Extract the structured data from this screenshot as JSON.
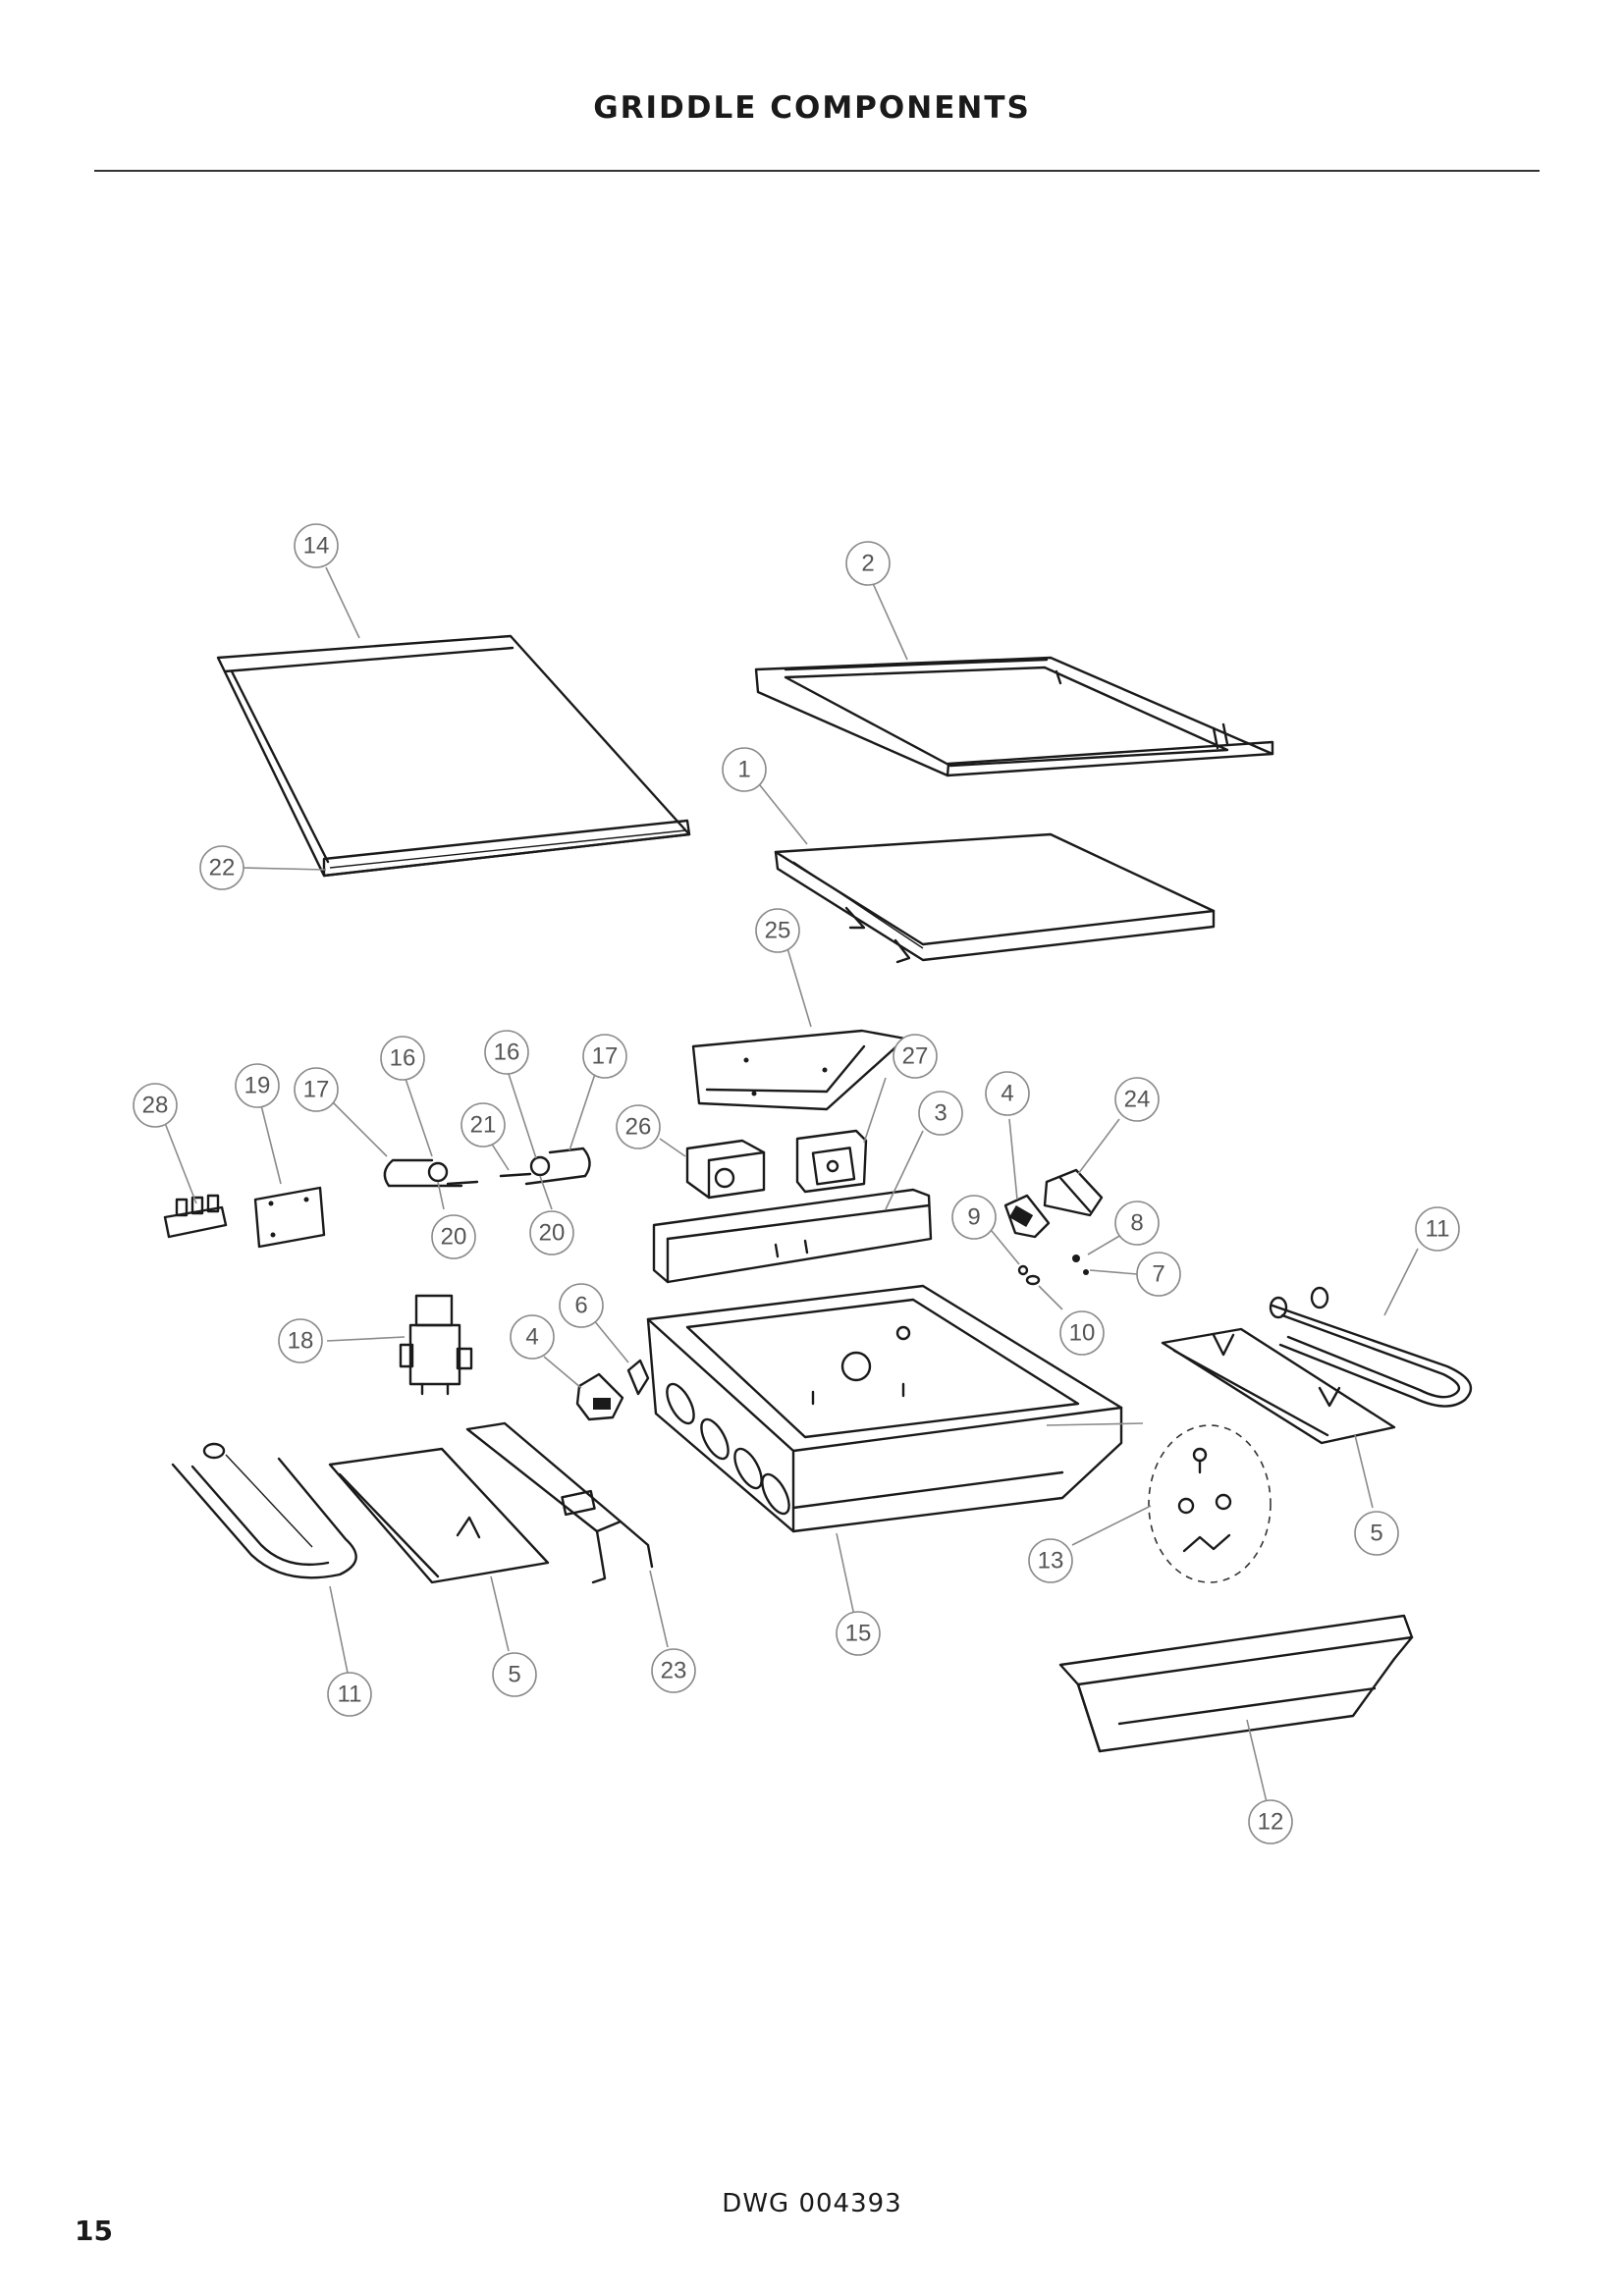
{
  "header": {
    "title": "GRIDDLE COMPONENTS"
  },
  "footer": {
    "drawing_number": "DWG 004393",
    "page_number": "15"
  },
  "callouts": {
    "c14": "14",
    "c2": "2",
    "c1": "1",
    "c22": "22",
    "c25": "25",
    "c28": "28",
    "c19": "19",
    "c17a": "17",
    "c16a": "16",
    "c20a": "20",
    "c21": "21",
    "c16b": "16",
    "c17b": "17",
    "c20b": "20",
    "c26": "26",
    "c27": "27",
    "c3": "3",
    "c4a": "4",
    "c24": "24",
    "c9": "9",
    "c8": "8",
    "c7": "7",
    "c10": "10",
    "c11a": "11",
    "c18": "18",
    "c6": "6",
    "c4b": "4",
    "c13": "13",
    "c5a": "5",
    "c11b": "11",
    "c5b": "5",
    "c23": "23",
    "c15": "15",
    "c12": "12"
  }
}
